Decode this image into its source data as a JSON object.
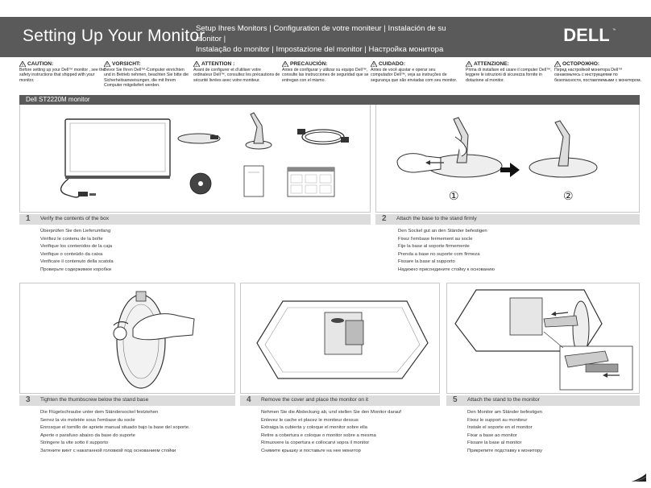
{
  "header": {
    "title": "Setting Up Your Monitor",
    "subtitle_line1": "Setup Ihres Monitors | Configuration de votre moniteur | Instalación de su monitor |",
    "subtitle_line2": "Instalação do monitor | Impostazione del monitor | Настройка монитора",
    "brand": "DELL"
  },
  "cautions": [
    {
      "title": "CAUTION:",
      "body": "Before setting up your Dell™ monitor , see the safety instructions that shipped with your monitor."
    },
    {
      "title": "VORSICHT:",
      "body": "Bevor Sie Ihren Dell™-Computer einrichten und in Betrieb nehmen, beachten Sie bitte die Sicherheitsanweisungen, die mit Ihrem Computer mitgeliefert werden."
    },
    {
      "title": "ATTENTION :",
      "body": "Avant de configurer et d'utiliser votre ordinateur Dell™, consultez les précautions de sécurité livrées avec votre moniteur."
    },
    {
      "title": "PRECAUCIÓN:",
      "body": "Antes de configurar y utilizar su equipo Dell™, consulte las instrucciones de seguridad que se entregan con el mismo."
    },
    {
      "title": "CUIDADO:",
      "body": "Antes de você ajustar e operar seu computador Dell™, veja as instruções de segurança que são enviadas com seu monitor."
    },
    {
      "title": "ATTENZIONE:",
      "body": "Prima di installare ed usare il computer Dell™, leggere le istruzioni di sicurezza fornite in dotazione al monitor."
    },
    {
      "title": "ОСТОРОЖНО:",
      "body": "Перед настройкой монитора Dell™ ознакомьтесь с инструкциями по безопасности, поставляемыми с монитором."
    }
  ],
  "model": "Dell ST2220M monitor",
  "steps": [
    {
      "num": "1",
      "label": "Verify the contents of the box",
      "translations": [
        "Überprüfen Sie den Lieferumfang",
        "Vérifiez le contenu de la boîte",
        "Verifique los contenidos de la caja",
        "Verifique o conteúdo da caixa",
        "Verificare il contenuto della scatola",
        "Проверьте содержимое коробки"
      ]
    },
    {
      "num": "2",
      "label": "Attach the base to the stand firmly",
      "translations": [
        "Den Sockel gut an den Ständer befestigen",
        "Fixez l'embase fermement au socle",
        "Fije la base al soporte firmemente",
        "Prenda a base no suporte com firmeza",
        "Fissare la base al supporto",
        "Надежно присоедините стойку к основанию"
      ]
    },
    {
      "num": "3",
      "label": "Tighten the thumbscrew below the stand base",
      "translations": [
        "Die Flügelschraube unter dem Ständersockel festziehen",
        "Serrez la vis moletée sous l'embase du socle",
        "Enrosque el tornillo de apriete manual situado bajo la base del soporte.",
        "Aperte o parafuso abaixo da base do suporte",
        "Stringere la vite sotto il supporto",
        "Затяните винт с накатанной головкой под основанием стойки"
      ]
    },
    {
      "num": "4",
      "label": "Remove the cover and place the monitor on it",
      "translations": [
        "Nehmen Sie die Abdeckung ab, und stellen Sie den Monitor darauf",
        "Enlevez le cache et placez le moniteur dessus",
        "Extraiga la cubierta y coloque el monitor sobre ella",
        "Retire a cobertura e coloque o monitor sobre a mesma",
        "Rimuovere la copertura e collocarvi sopra il monitor",
        "Снимите крышку и поставьте на нее монитор"
      ]
    },
    {
      "num": "5",
      "label": "Attach the stand to the monitor",
      "translations": [
        "Den Monitor am Ständer befestigen",
        "Fixez le support au moniteur",
        "Instale el soporte en el monitor",
        "Fixar a base ao monitor",
        "Fissare la base al monitor",
        "Прикрепите подставку к монитору"
      ]
    }
  ],
  "callouts": [
    "①",
    "②"
  ]
}
